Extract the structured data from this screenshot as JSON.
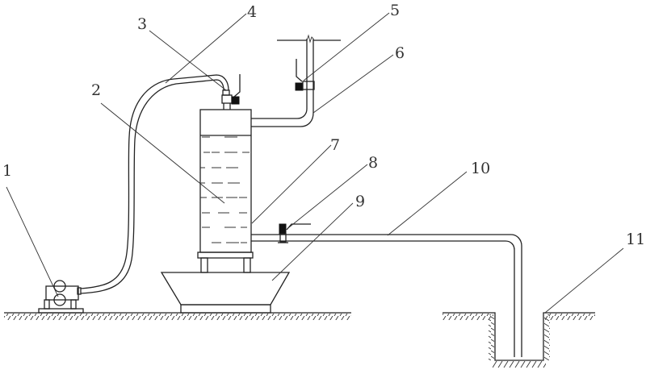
{
  "diagram": {
    "type": "patent schematic",
    "labels": {
      "l1": "1",
      "l2": "2",
      "l3": "3",
      "l4": "4",
      "l5": "5",
      "l6": "6",
      "l7": "7",
      "l8": "8",
      "l9": "9",
      "l10": "10",
      "l11": "11"
    },
    "colors": {
      "line": "#222222",
      "background": "#ffffff"
    }
  }
}
